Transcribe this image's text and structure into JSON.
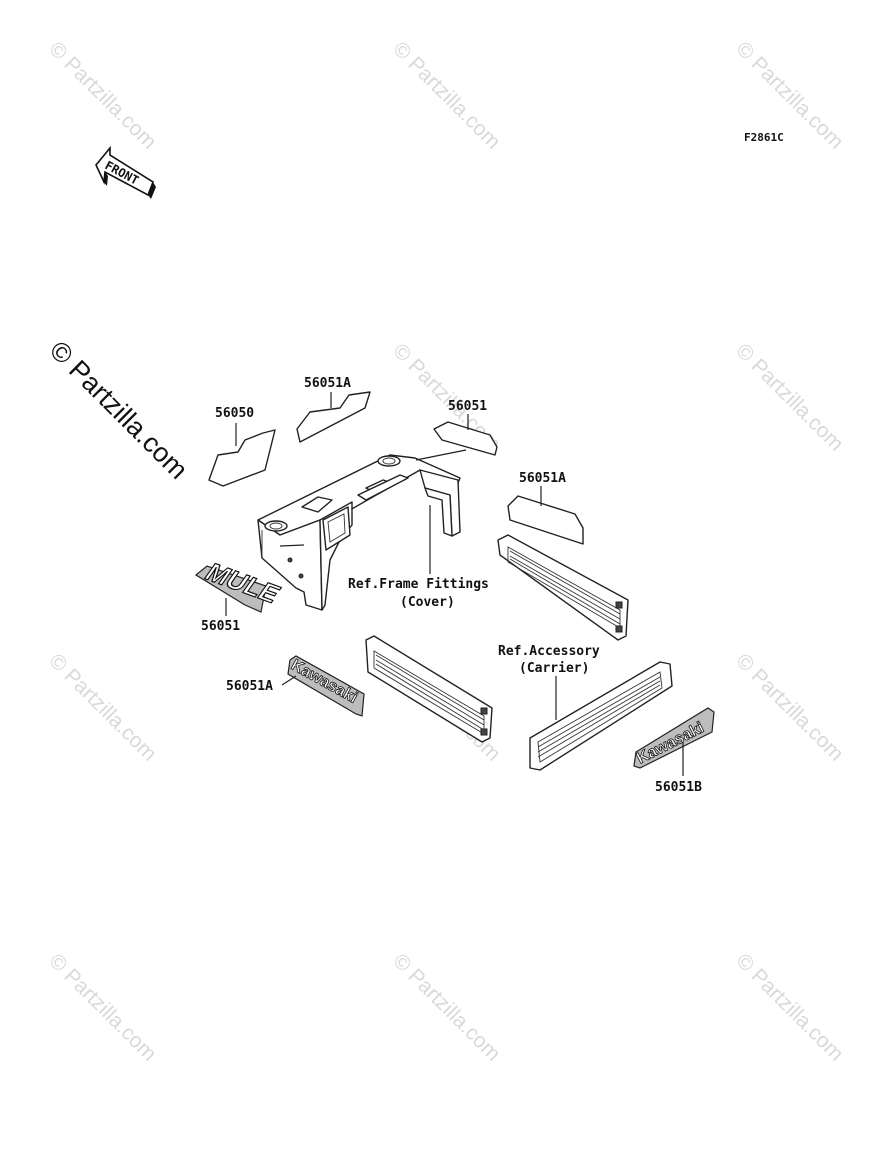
{
  "diagram_code": "F2861C",
  "watermark_text": "© Partzilla.com",
  "front_arrow_label": "FRONT",
  "part_labels": {
    "p56051A_top": "56051A",
    "p56050": "56050",
    "p56051_top": "56051",
    "p56051A_right": "56051A",
    "ref_frame_line1": "Ref.Frame Fittings",
    "ref_frame_line2": "(Cover)",
    "p56051_left": "56051",
    "p56051A_bottom": "56051A",
    "ref_acc_line1": "Ref.Accessory",
    "ref_acc_line2": "(Carrier)",
    "p56051B": "56051B"
  },
  "decal_text": {
    "mule": "MULE",
    "kawasaki_a": "Kawasaki",
    "kawasaki_b": "Kawasaki"
  }
}
